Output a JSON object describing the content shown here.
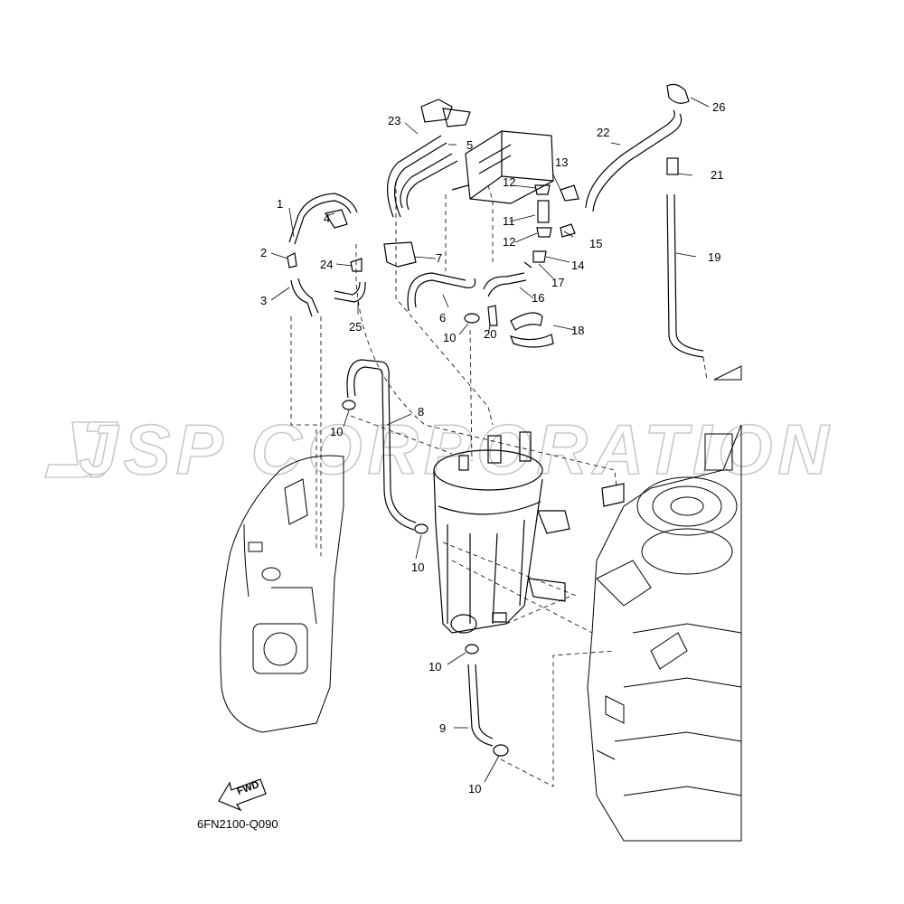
{
  "diagram": {
    "watermark": "JSP CORPORATION",
    "diagram_code": "6FN2100-Q090",
    "direction_marker": "FWD",
    "callouts": [
      {
        "id": "c1",
        "number": "1"
      },
      {
        "id": "c2",
        "number": "2"
      },
      {
        "id": "c3",
        "number": "3"
      },
      {
        "id": "c4",
        "number": "4"
      },
      {
        "id": "c5",
        "number": "5"
      },
      {
        "id": "c6",
        "number": "6"
      },
      {
        "id": "c7",
        "number": "7"
      },
      {
        "id": "c8",
        "number": "8"
      },
      {
        "id": "c9",
        "number": "9"
      },
      {
        "id": "c10a",
        "number": "10"
      },
      {
        "id": "c10b",
        "number": "10"
      },
      {
        "id": "c10c",
        "number": "10"
      },
      {
        "id": "c10d",
        "number": "10"
      },
      {
        "id": "c10e",
        "number": "10"
      },
      {
        "id": "c11",
        "number": "11"
      },
      {
        "id": "c12a",
        "number": "12"
      },
      {
        "id": "c12b",
        "number": "12"
      },
      {
        "id": "c13",
        "number": "13"
      },
      {
        "id": "c14",
        "number": "14"
      },
      {
        "id": "c15",
        "number": "15"
      },
      {
        "id": "c16",
        "number": "16"
      },
      {
        "id": "c17",
        "number": "17"
      },
      {
        "id": "c18",
        "number": "18"
      },
      {
        "id": "c19",
        "number": "19"
      },
      {
        "id": "c20",
        "number": "20"
      },
      {
        "id": "c21",
        "number": "21"
      },
      {
        "id": "c22",
        "number": "22"
      },
      {
        "id": "c23",
        "number": "23"
      },
      {
        "id": "c24",
        "number": "24"
      },
      {
        "id": "c25",
        "number": "25"
      },
      {
        "id": "c26",
        "number": "26"
      }
    ]
  }
}
